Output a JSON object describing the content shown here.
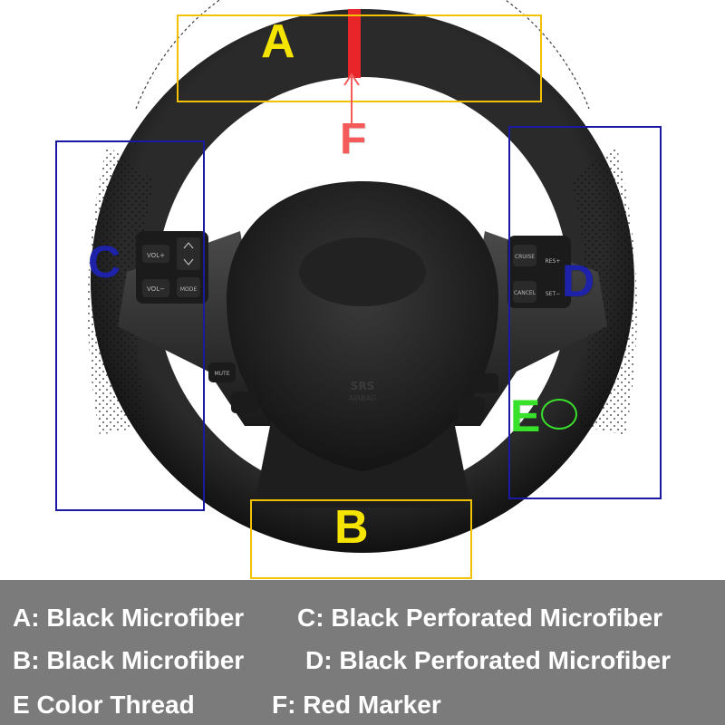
{
  "labels": {
    "a": "A",
    "b": "B",
    "c": "C",
    "d": "D",
    "e": "E",
    "f": "F"
  },
  "buttons": {
    "vol_plus": "VOL+",
    "vol_minus": "VOL−",
    "mode": "MODE",
    "mute": "MUTE",
    "cruise": "CRUISE",
    "res_plus": "RES+",
    "set_minus": "SET−",
    "cancel": "CANCEL",
    "srs": "SRS",
    "airbag": "AIRBAG"
  },
  "legend": {
    "a": "A: Black Microfiber",
    "b": "B: Black Microfiber",
    "c": "C: Black Perforated Microfiber",
    "d": "D: Black Perforated Microfiber",
    "e": "E  Color Thread",
    "f": "F: Red Marker"
  },
  "colors": {
    "box_yellow": "#f2c200",
    "box_blue": "#1a1aa0",
    "letter_yellow": "#f5e400",
    "letter_blue": "#1e22a8",
    "letter_green": "#39e22a",
    "letter_red": "#f45a5a",
    "marker_red": "#e8262a",
    "legend_bg": "#7b7b7b"
  }
}
